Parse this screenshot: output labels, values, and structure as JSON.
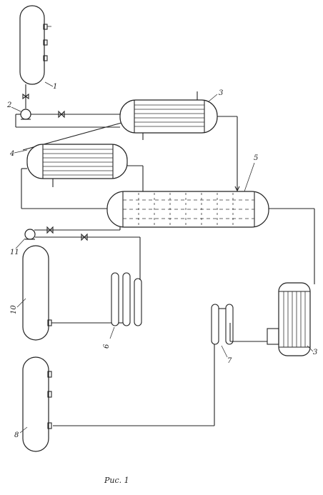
{
  "labels": {
    "tank_1": "1",
    "pump_2": "2",
    "exchanger_3": "3",
    "exchanger_4": "4",
    "column_5": "5",
    "exchanger_6": "6",
    "exchanger_7": "7",
    "tank_8": "8",
    "tank_10": "10",
    "pump_11": "11",
    "heater_3b": "3"
  },
  "caption": "Рис. 1"
}
